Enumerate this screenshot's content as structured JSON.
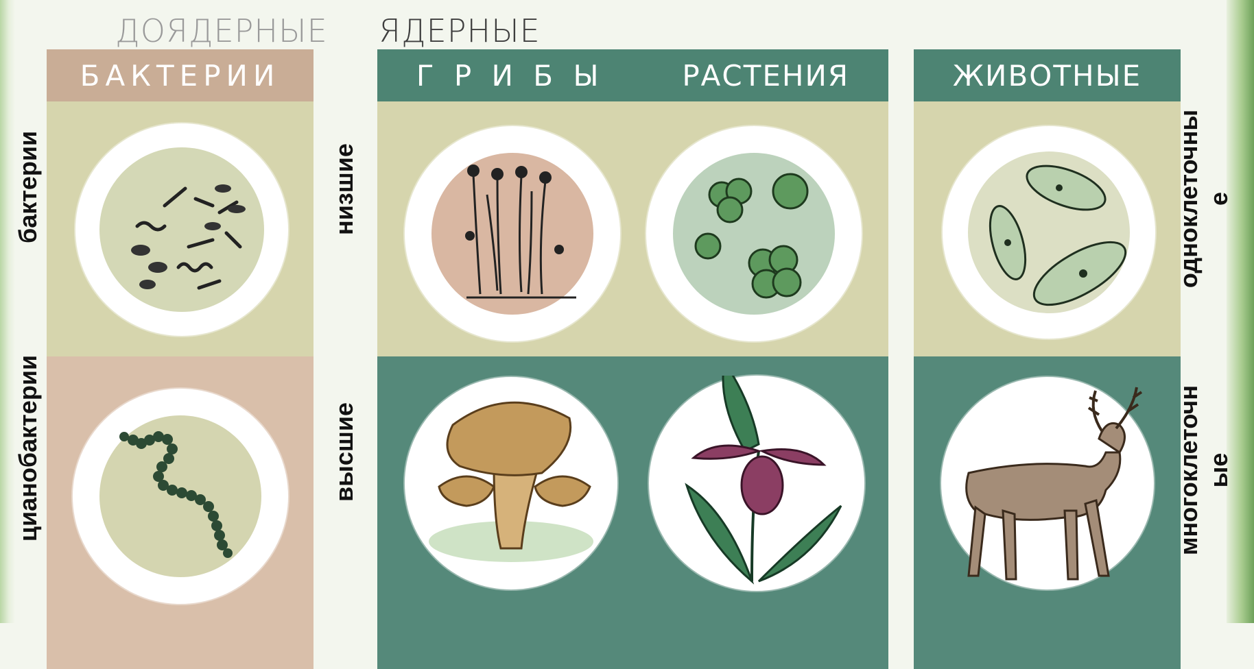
{
  "groups": {
    "prokaryotes_title": "ДОЯДЕРНЫЕ",
    "eukaryotes_title": "ЯДЕРНЫЕ"
  },
  "headers": {
    "bacteria": "БАКТЕРИИ",
    "fungi": "Г Р И Б Ы",
    "plants": "РАСТЕНИЯ",
    "animals": "ЖИВОТНЫЕ"
  },
  "side_labels": {
    "bacteria": "бактерии",
    "cyanobacteria": "цианобактерии",
    "lower": "низшие",
    "higher": "высшие",
    "unicellular_line1": "одноклеточны",
    "unicellular_line2": "е",
    "multicellular_line1": "многоклеточн",
    "multicellular_line2": "ые"
  },
  "colors": {
    "teal": "#4d8473",
    "pink": "#c9ad96",
    "olive": "#d6d5ad"
  }
}
